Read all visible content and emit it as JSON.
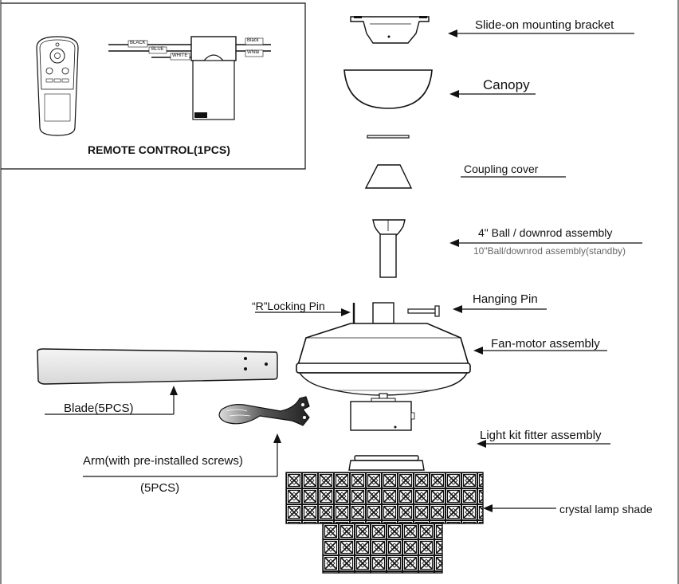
{
  "remote_box": {
    "title": "REMOTE CONTROL(1PCS)",
    "wires": {
      "black_left": "BLACK",
      "blue": "BLUE",
      "white_left": "WHITE",
      "black_right": "Black",
      "white_right": "White"
    }
  },
  "parts": {
    "bracket": "Slide-on mounting bracket",
    "canopy": "Canopy",
    "coupling": "Coupling cover",
    "downrod": "4\" Ball / downrod assembly",
    "downrod_alt": "10\"Ball/downrod assembly(standby)",
    "hanging_pin": "Hanging Pin",
    "locking_pin": "“R”Locking Pin",
    "motor": "Fan-motor assembly",
    "blade": "Blade(5PCS)",
    "arm": "Arm(with pre-installed screws)",
    "arm_qty": "(5PCS)",
    "light_kit": "Light kit fitter assembly",
    "lamp_shade": "crystal lamp shade"
  }
}
